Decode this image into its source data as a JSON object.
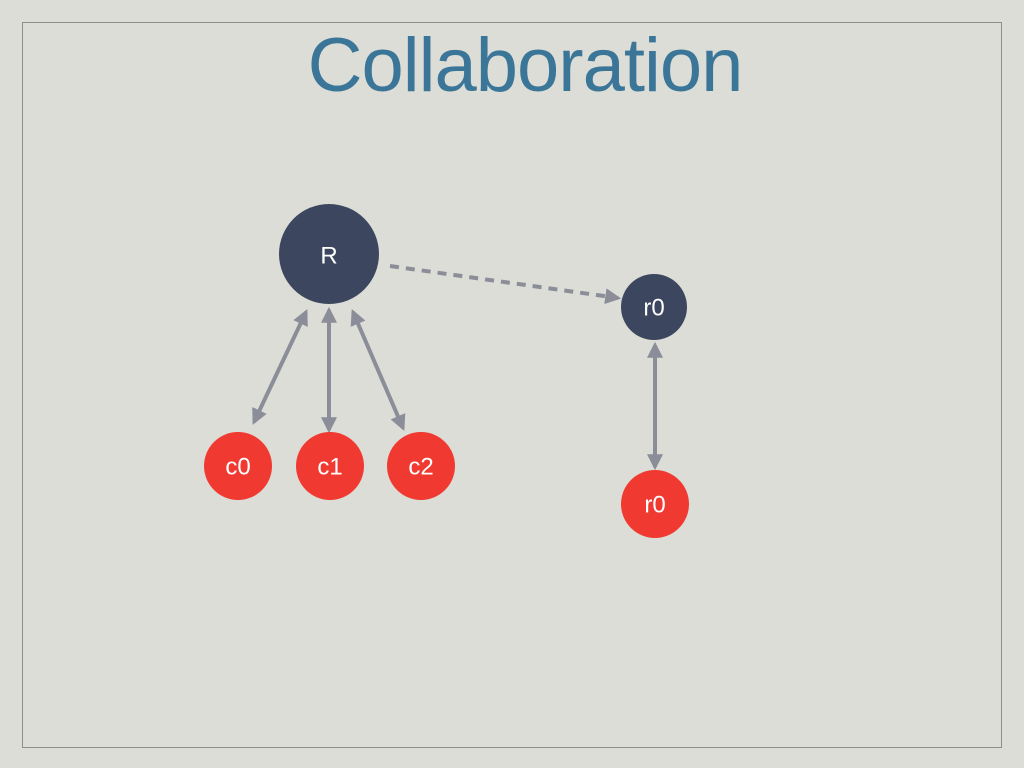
{
  "slide": {
    "title": "Collaboration"
  },
  "diagram": {
    "nodes": {
      "R": {
        "label": "R",
        "color": "#3c465e"
      },
      "r0_top": {
        "label": "r0",
        "color": "#3c465e"
      },
      "c0": {
        "label": "c0",
        "color": "#f03a31"
      },
      "c1": {
        "label": "c1",
        "color": "#f03a31"
      },
      "c2": {
        "label": "c2",
        "color": "#f03a31"
      },
      "r0_bottom": {
        "label": "r0",
        "color": "#f03a31"
      }
    },
    "edges": [
      {
        "from": "R",
        "to": "c0",
        "style": "solid",
        "direction": "both"
      },
      {
        "from": "R",
        "to": "c1",
        "style": "solid",
        "direction": "both"
      },
      {
        "from": "R",
        "to": "c2",
        "style": "solid",
        "direction": "both"
      },
      {
        "from": "R",
        "to": "r0_top",
        "style": "dashed",
        "direction": "forward"
      },
      {
        "from": "r0_top",
        "to": "r0_bottom",
        "style": "solid",
        "direction": "both"
      }
    ],
    "arrow_color": "#8b8d98"
  }
}
